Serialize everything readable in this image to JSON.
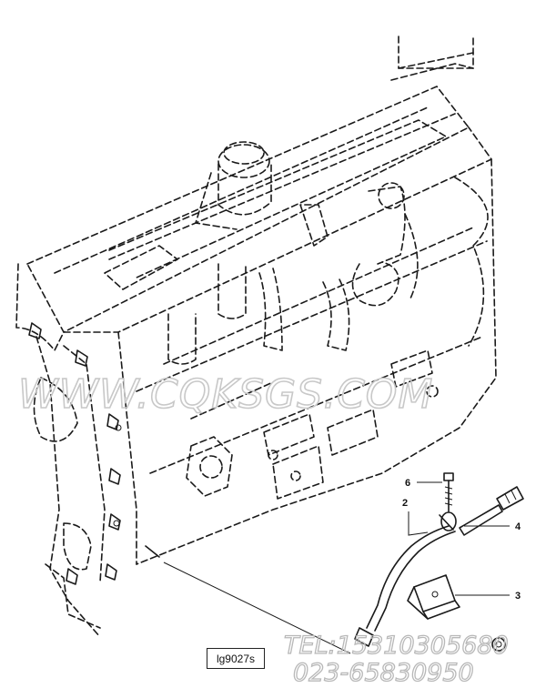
{
  "watermark": "WWW.CQKSGS.COM",
  "contact": {
    "tel": "TEL:15310305680",
    "phone": "023-65830950"
  },
  "figure_ref": "lg9027s",
  "callouts": [
    "6",
    "2",
    "4",
    "3"
  ]
}
